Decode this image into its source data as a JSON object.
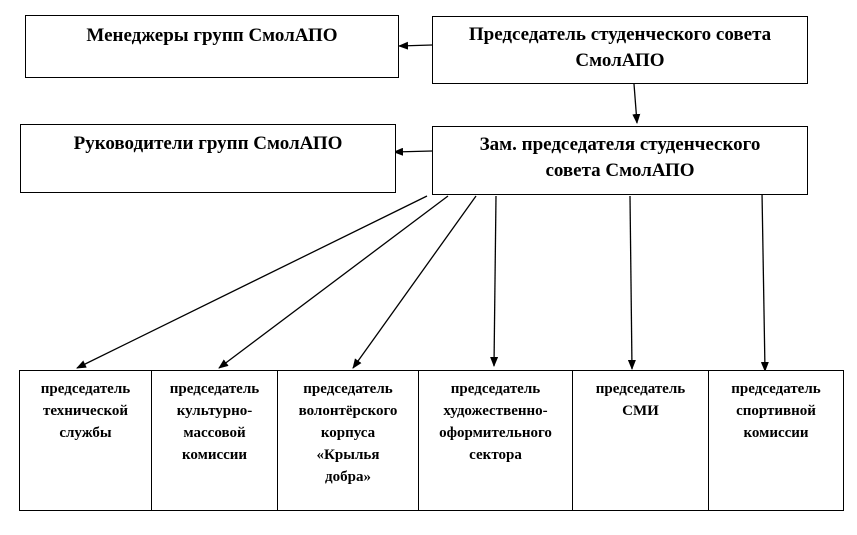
{
  "boxes": {
    "managers": {
      "lines": [
        "Менеджеры групп СмолАПО"
      ]
    },
    "chairman": {
      "lines": [
        "Председатель студенческого совета",
        "СмолАПО"
      ]
    },
    "leaders": {
      "lines": [
        "Руководители групп СмолАПО"
      ]
    },
    "deputy": {
      "lines": [
        "Зам. председателя студенческого",
        "совета СмолАПО"
      ]
    },
    "tech": {
      "lines": [
        "председатель",
        "технической",
        "службы"
      ]
    },
    "culture": {
      "lines": [
        "председатель",
        "культурно-",
        "массовой",
        "комиссии"
      ]
    },
    "volunteer": {
      "lines": [
        "председатель",
        "волонтёрского",
        "корпуса",
        "«Крылья",
        "добра»"
      ]
    },
    "art": {
      "lines": [
        "председатель",
        "художественно-",
        "оформительного",
        "сектора"
      ]
    },
    "media": {
      "lines": [
        "председатель",
        "СМИ"
      ]
    },
    "sport": {
      "lines": [
        "председатель",
        "спортивной",
        "комиссии"
      ]
    }
  },
  "colors": {
    "line": "#000000",
    "background": "#ffffff"
  }
}
